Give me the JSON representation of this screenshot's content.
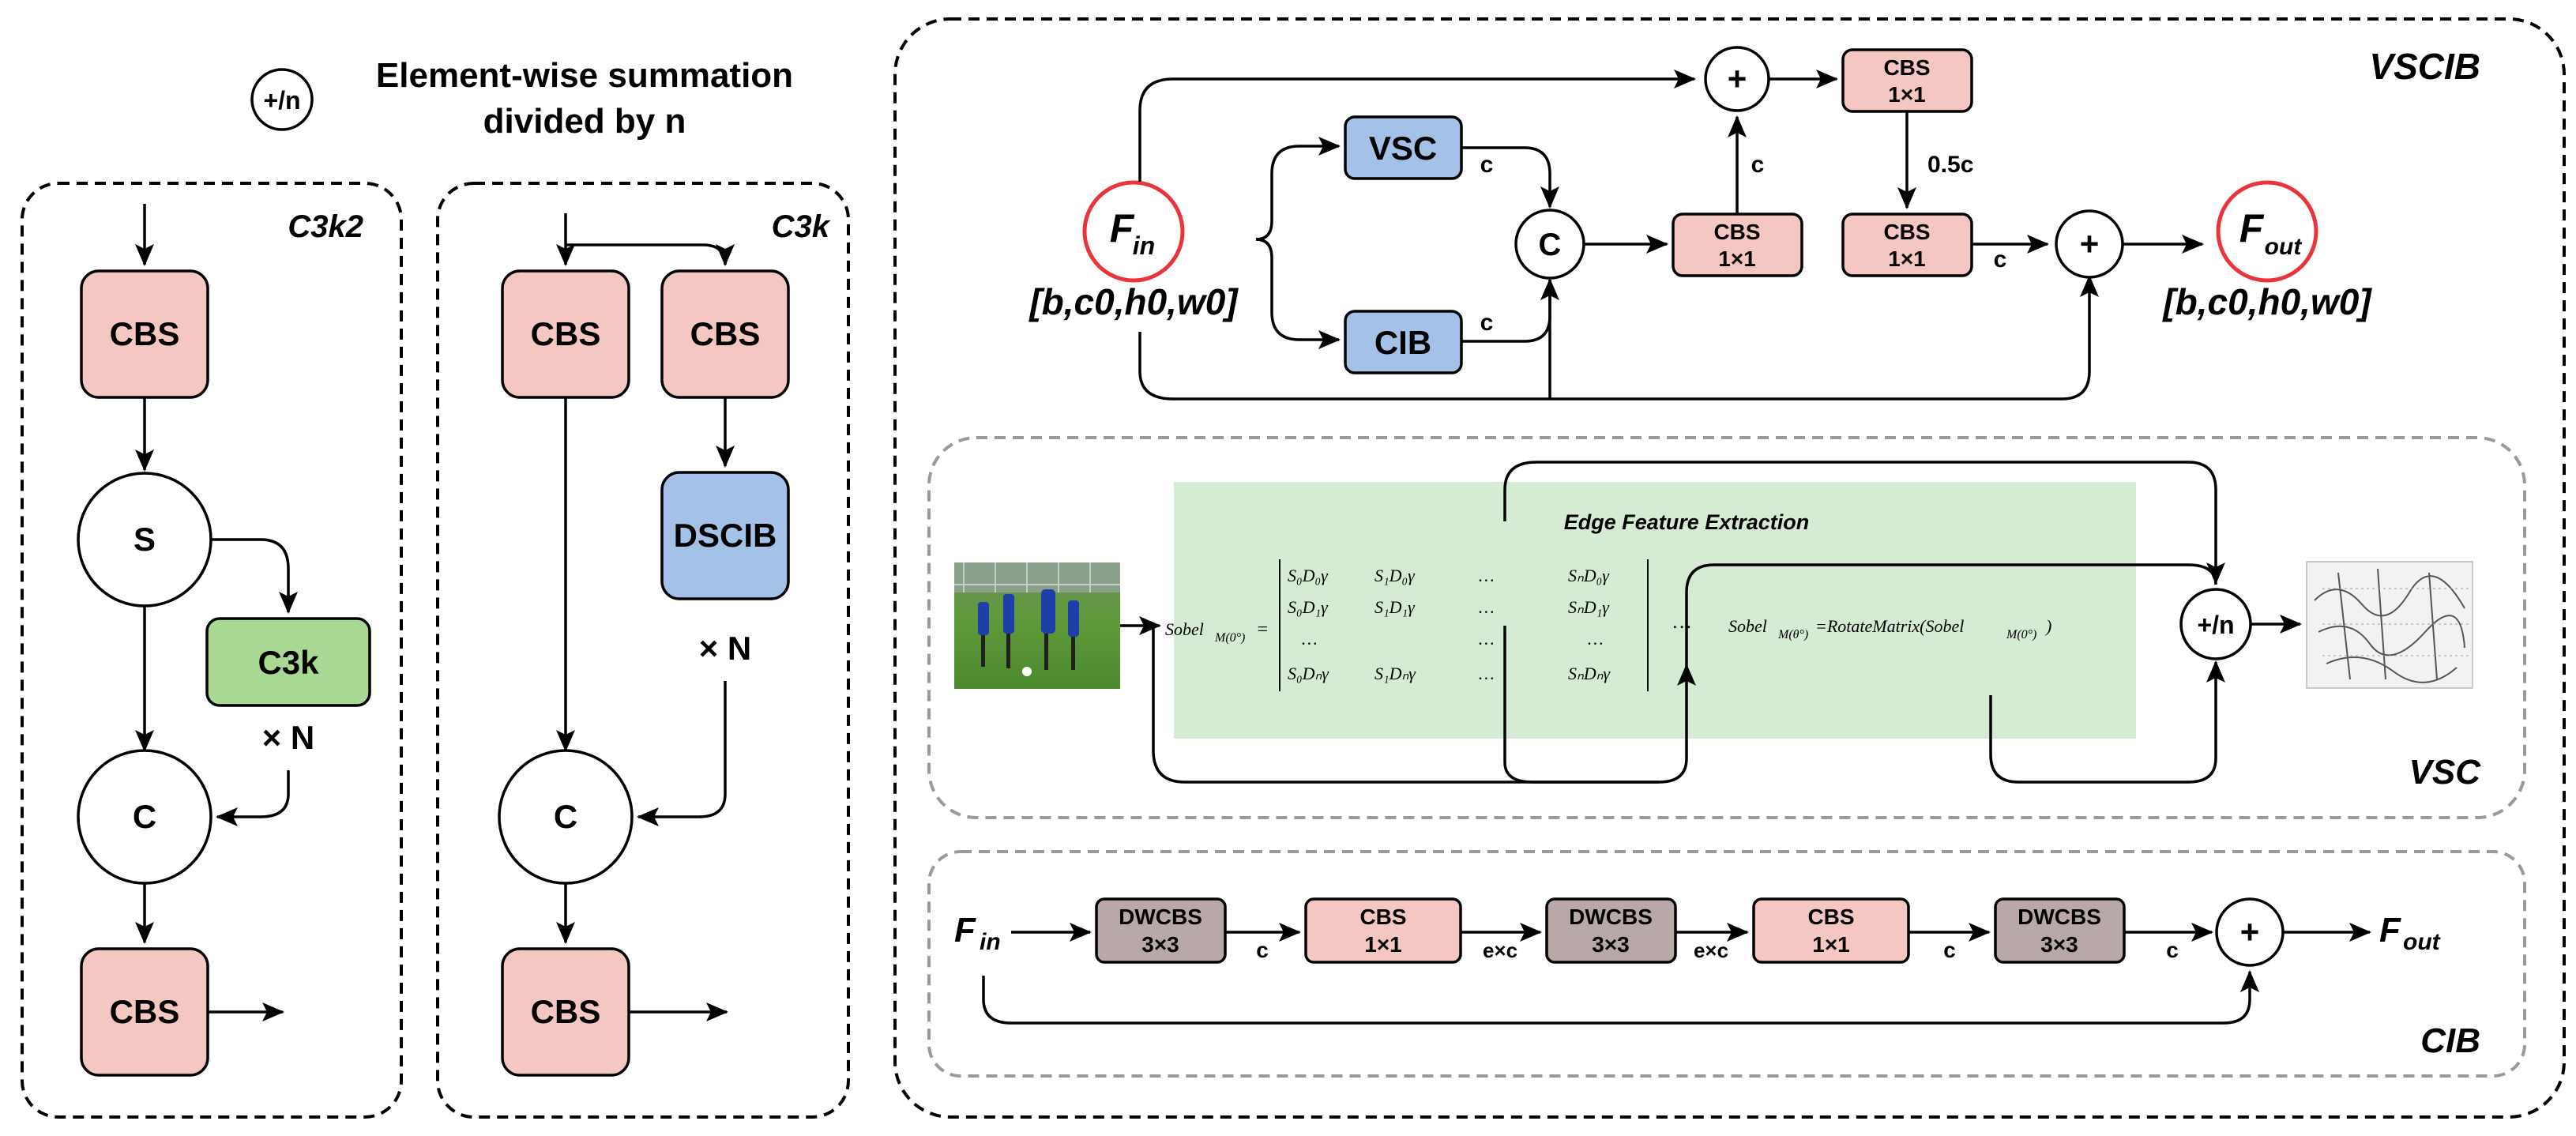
{
  "legend": {
    "symbol": "+/n",
    "text_line1": "Element-wise summation",
    "text_line2": "divided by n"
  },
  "c3k2": {
    "title": "C3k2",
    "cbs_top": "CBS",
    "split": "S",
    "c3k": "C3k",
    "repeat": "× N",
    "concat": "C",
    "cbs_bottom": "CBS"
  },
  "c3k": {
    "title": "C3k",
    "cbs_left": "CBS",
    "cbs_right": "CBS",
    "dscib": "DSCIB",
    "repeat": "× N",
    "concat": "C",
    "cbs_bottom": "CBS"
  },
  "vscib": {
    "title": "VSCIB",
    "f_in": "F",
    "f_in_sub": "in",
    "in_shape": "[b,c0,h0,w0]",
    "vsc": "VSC",
    "cib": "CIB",
    "c_label_vsc": "c",
    "c_label_cib": "c",
    "concat": "C",
    "cbs_mid": "CBS",
    "cbs_mid_k": "1×1",
    "c_up": "c",
    "plus_top": "+",
    "cbs_top": "CBS",
    "cbs_top_k": "1×1",
    "half_c": "0.5c",
    "cbs_right": "CBS",
    "cbs_right_k": "1×1",
    "c_right": "c",
    "plus_right": "+",
    "f_out": "F",
    "f_out_sub": "out",
    "out_shape": "[b,c0,h0,w0]"
  },
  "vsc": {
    "title": "VSC",
    "panel_title": "Edge Feature Extraction",
    "sobel_lhs": "Sobel",
    "sobel_lhs_sub": "M(0°)",
    "eq": "=",
    "matrix_rows": [
      [
        "S₀D₀γ",
        "S₁D₀γ",
        "…",
        "SₙD₀γ"
      ],
      [
        "S₀D₁γ",
        "S₁D₁γ",
        "…",
        "SₙD₁γ"
      ],
      [
        "…",
        "",
        "…",
        "…"
      ],
      [
        "S₀Dₙγ",
        "S₁Dₙγ",
        "…",
        "SₙDₙγ"
      ]
    ],
    "ellipsis": "…",
    "rot_lhs": "Sobel",
    "rot_lhs_sub": "M(θ°)",
    "rot_rhs": "=RotateMatrix(Sobel",
    "rot_rhs_sub": "M(0°)",
    "rot_close": ")",
    "sum_op": "+/n"
  },
  "cib": {
    "title": "CIB",
    "f_in": "F",
    "f_in_sub": "in",
    "blocks": [
      {
        "name": "DWCBS",
        "k": "3×3",
        "color": "mauve"
      },
      {
        "name": "CBS",
        "k": "1×1",
        "color": "pink"
      },
      {
        "name": "DWCBS",
        "k": "3×3",
        "color": "mauve"
      },
      {
        "name": "CBS",
        "k": "1×1",
        "color": "pink"
      },
      {
        "name": "DWCBS",
        "k": "3×3",
        "color": "mauve"
      }
    ],
    "edge_labels": [
      "c",
      "e×c",
      "e×c",
      "c",
      "c"
    ],
    "plus": "+",
    "f_out": "F",
    "f_out_sub": "out"
  },
  "colors": {
    "pink": "#f4c7c3",
    "blue": "#a4c2e8",
    "green": "#a8d894",
    "mauve": "#b8a8a8",
    "panel_green": "#d6ebd4",
    "io_circle": "#e8343a"
  }
}
